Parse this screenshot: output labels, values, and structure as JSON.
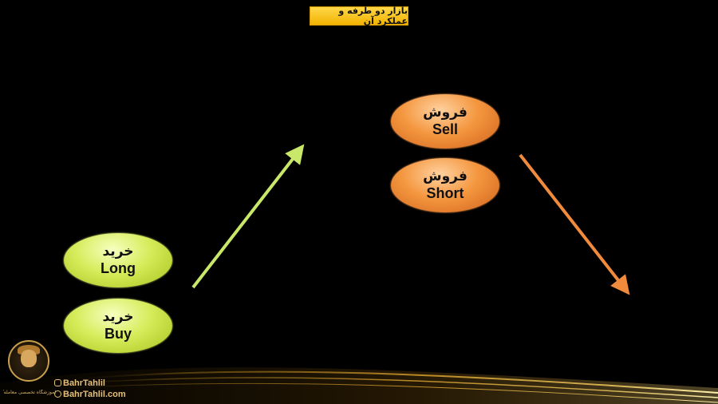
{
  "title": "بازار دو طرفه و عملکرد آن",
  "buy_group": [
    {
      "fa": "خرید",
      "en": "Long"
    },
    {
      "fa": "خرید",
      "en": "Buy"
    }
  ],
  "sell_group": [
    {
      "fa": "فروش",
      "en": "Sell"
    },
    {
      "fa": "فروش",
      "en": "Short"
    }
  ],
  "branding": {
    "instagram": "BahrTahlil",
    "website": "BahrTahlil.com",
    "logo_caption": "آموزشگاه تخصصی معامله‌گری بحرتحلیل"
  },
  "colors": {
    "background": "#000000",
    "title_bg": "#f7c21c",
    "buy": "#d6ec5a",
    "sell": "#f49740",
    "up_arrow": "#c9e86a",
    "down_arrow": "#f08a3c"
  },
  "icons": [
    "instagram-icon",
    "globe-icon",
    "logo-portrait"
  ]
}
